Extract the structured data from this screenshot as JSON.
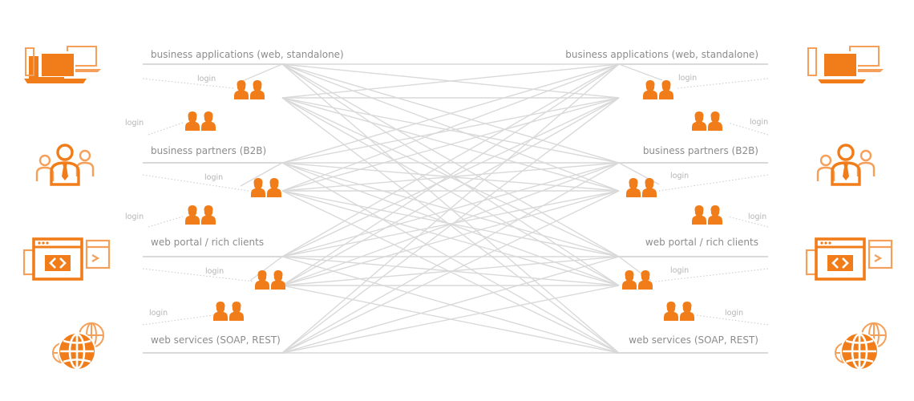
{
  "colors": {
    "accent": "#f07d19",
    "accent_light": "#f5a05a",
    "line": "#d9d9d9",
    "text": "#8c8c8c",
    "login_text": "#b4b4b4"
  },
  "channels": [
    {
      "label": "business applications (web, standalone)",
      "icon": "laptop-icon"
    },
    {
      "label": "business partners (B2B)",
      "icon": "business-people-icon"
    },
    {
      "label": "web portal / rich clients",
      "icon": "code-window-icon"
    },
    {
      "label": "web services (SOAP, REST)",
      "icon": "globe-icon"
    }
  ],
  "login_label": "login",
  "user_icon": "users-icon"
}
